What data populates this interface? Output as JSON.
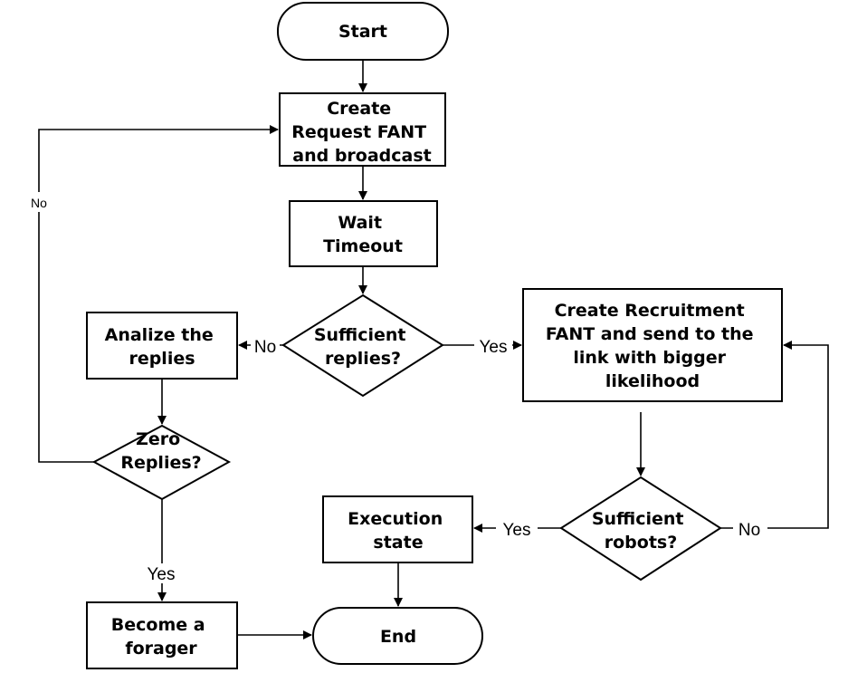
{
  "nodes": {
    "start": {
      "lines": [
        "Start"
      ]
    },
    "create_request": {
      "lines": [
        "Create",
        "Request FANT",
        "and broadcast"
      ]
    },
    "wait_timeout": {
      "lines": [
        "Wait",
        "Timeout"
      ]
    },
    "sufficient_replies": {
      "lines": [
        "Sufficient",
        "replies?"
      ]
    },
    "analize_replies": {
      "lines": [
        "Analize the",
        "replies"
      ]
    },
    "zero_replies": {
      "lines": [
        "Zero",
        "Replies?"
      ]
    },
    "become_forager": {
      "lines": [
        "Become a",
        "forager"
      ]
    },
    "end": {
      "lines": [
        "End"
      ]
    },
    "create_recruitment": {
      "lines": [
        "Create Recruitment",
        "FANT and send to the",
        "link with bigger",
        "likelihood"
      ]
    },
    "sufficient_robots": {
      "lines": [
        "Sufficient",
        "robots?"
      ]
    },
    "execution_state": {
      "lines": [
        "Execution",
        "state"
      ]
    }
  },
  "edge_labels": {
    "replies_no": "No",
    "replies_yes": "Yes",
    "zero_no": "No",
    "zero_yes": "Yes",
    "robots_yes": "Yes",
    "robots_no": "No"
  }
}
